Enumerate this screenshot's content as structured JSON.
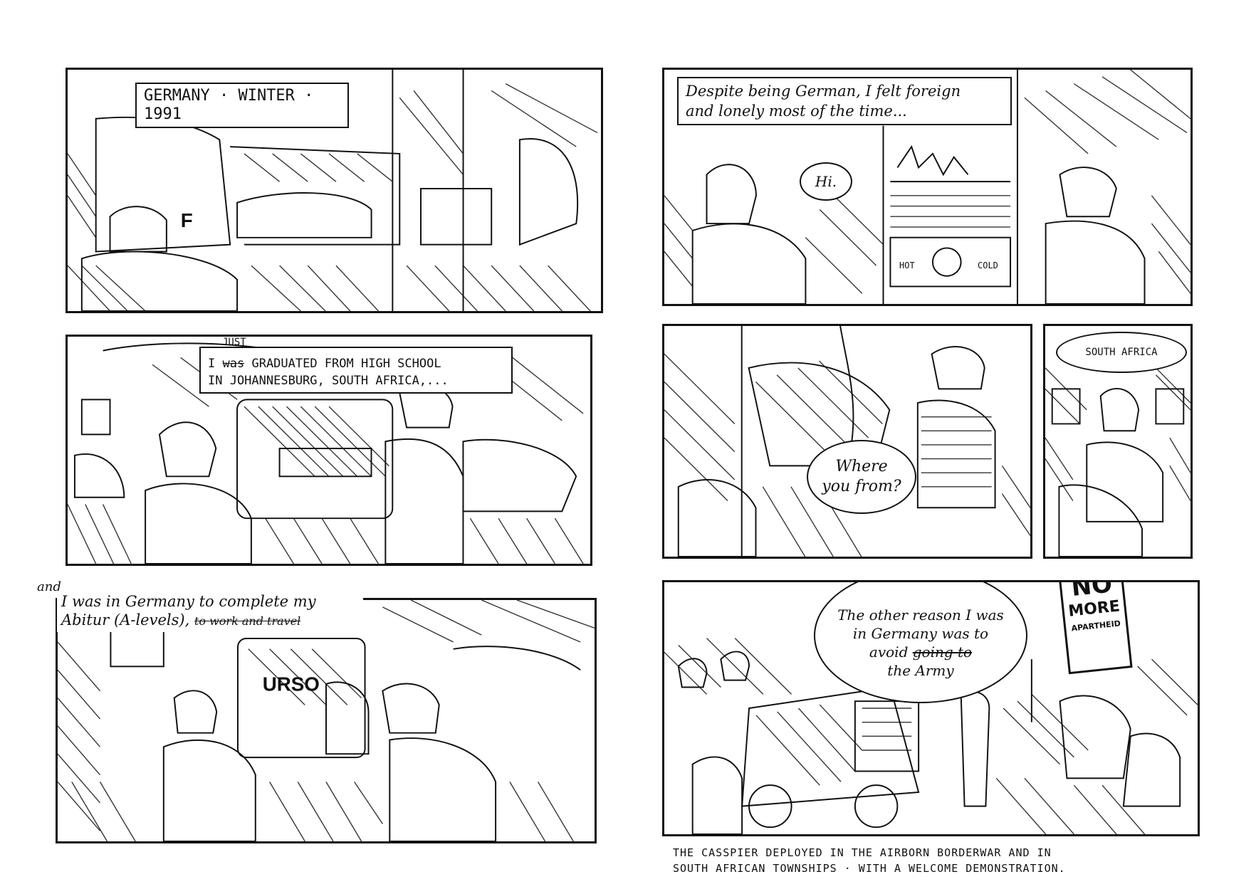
{
  "left_page": {
    "panel1": {
      "caption": "GERMANY · WINTER · 1991",
      "sign_letter": "F"
    },
    "panel2": {
      "caption_insert": "JUST",
      "caption_struck": "was",
      "caption_line1_prefix": "I",
      "caption_line1": "GRADUATED FROM HIGH SCHOOL",
      "caption_line2": "IN JOHANNESBURG, SOUTH AFRICA,..."
    },
    "panel3": {
      "caption_insert": "and",
      "caption_line1": "I was in Germany to complete my",
      "caption_line2_prefix": "Abitur (A-levels),",
      "caption_line2_struck": "to work and travel",
      "sign_text": "URSO"
    }
  },
  "right_page": {
    "panel4": {
      "caption_line1": "Despite being German, I felt foreign",
      "caption_line2": "and lonely most of the time...",
      "bubble": "Hi.",
      "tap_hot": "HOT",
      "tap_cold": "COLD"
    },
    "panel5": {
      "bubble_line1": "Where",
      "bubble_line2": "you from?"
    },
    "panel6": {
      "bubble": "SOUTH AFRICA"
    },
    "panel7": {
      "bubble_line1": "The other reason I was",
      "bubble_line2": "in Germany was to",
      "bubble_line3_prefix": "avoid",
      "bubble_line3_struck": "going to",
      "bubble_line4": "the Army",
      "sign_line1": "NO",
      "sign_line2": "MORE",
      "sign_line3": "APARTHEID"
    },
    "footer_line1": "THE CASSPIER DEPLOYED IN THE AIRBORN BORDERWAR AND IN",
    "footer_line2": "SOUTH AFRICAN TOWNSHIPS · WITH A WELCOME DEMONSTRATION."
  }
}
